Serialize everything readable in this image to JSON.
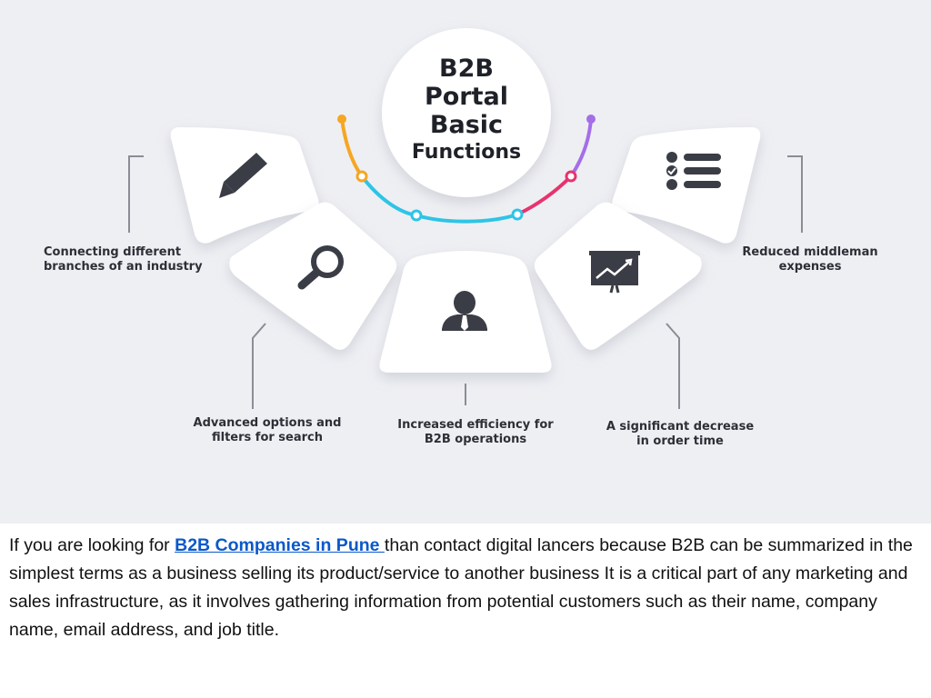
{
  "title": {
    "line1": "B2B",
    "line2": "Portal",
    "line3": "Basic",
    "line4": "Functions"
  },
  "arc_colors": [
    "#f5a623",
    "#2ec4e6",
    "#e8336e",
    "#a46ee8"
  ],
  "tiles": [
    {
      "icon": "pencil-icon",
      "label_lines": [
        "Connecting different",
        "branches of an industry"
      ]
    },
    {
      "icon": "magnifier-icon",
      "label_lines": [
        "Advanced options and",
        "filters for search"
      ]
    },
    {
      "icon": "businessman-icon",
      "label_lines": [
        "Increased efficiency for",
        "B2B operations"
      ]
    },
    {
      "icon": "chart-board-icon",
      "label_lines": [
        "A significant decrease",
        "in order time"
      ]
    },
    {
      "icon": "checklist-icon",
      "label_lines": [
        "Reduced middleman",
        "expenses"
      ]
    }
  ],
  "paragraph": {
    "before_link": "If you are looking for ",
    "link_text": "B2B Companies in Pune ",
    "after_link": "than contact digital lancers because B2B can be summarized in the simplest terms as a business selling its product/service to another business It is a critical part of any marketing and sales infrastructure, as it involves gathering information from potential customers such as their name, company name, email address, and job title."
  }
}
